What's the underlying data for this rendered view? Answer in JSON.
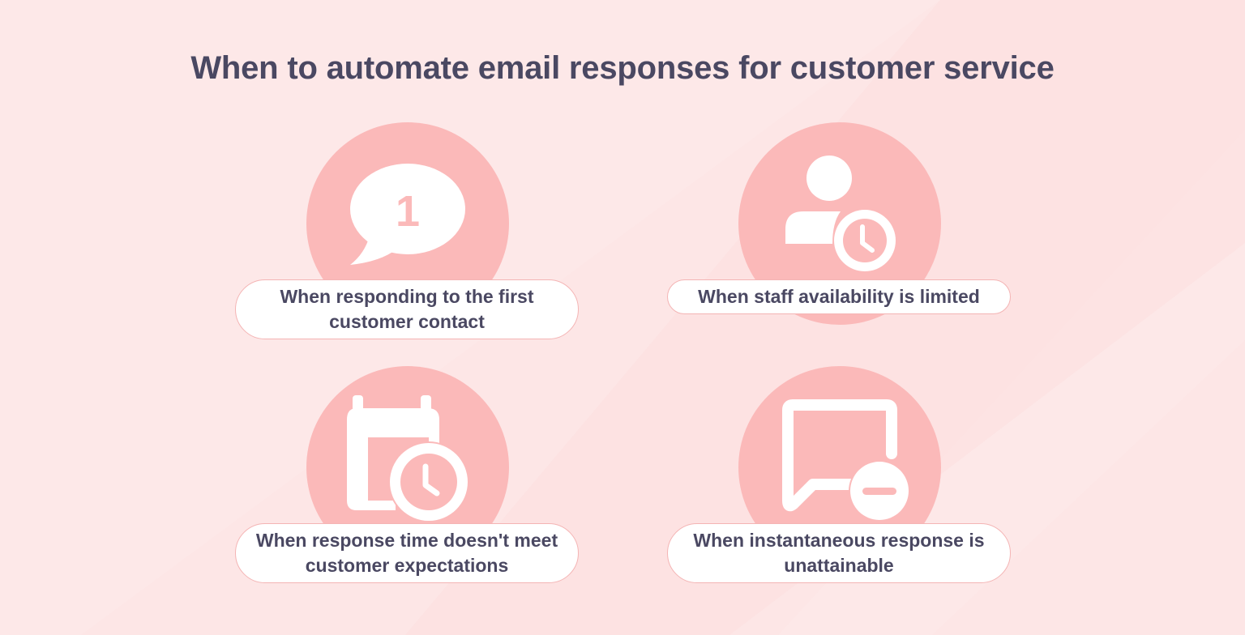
{
  "title": "When to automate email responses for customer service",
  "items": [
    {
      "label": "When responding to the first customer contact",
      "icon": "chat-bubble-number-one-icon",
      "badge": "1"
    },
    {
      "label": "When staff availability is limited",
      "icon": "person-clock-icon"
    },
    {
      "label": "When response time doesn't meet customer expectations",
      "icon": "calendar-clock-icon"
    },
    {
      "label": "When instantaneous response is unattainable",
      "icon": "chat-minus-icon"
    }
  ],
  "colors": {
    "background": "#fde8e8",
    "circle": "#fbb9b9",
    "text": "#4a4862",
    "pill_border": "#f4b4b4"
  }
}
